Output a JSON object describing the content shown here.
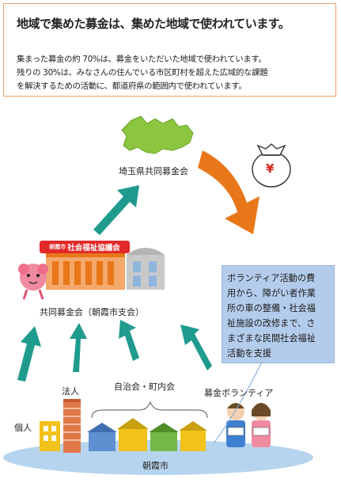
{
  "title": "地域で集めた募金は、集めた地域で使われています。",
  "body_lines": [
    "集まった募金の約 70%は、募金をいただいた地域で使われています。",
    "残りの 30%は、みなさんの住んでいる市区町村を超えた広域的な課題",
    "を解決するための活動に、都道府県の範囲内で使われています。"
  ],
  "nodes": {
    "prefecture": "埼玉県共同募金会",
    "branch": "共同募金会（朝霞市支会）",
    "individual": "個人",
    "corporation": "法人",
    "community": "自治会・町内会",
    "volunteer": "募金ボランティア",
    "city": "朝霞市"
  },
  "sign": {
    "small": "朝霞市",
    "main": "社会福祉協議会"
  },
  "coin_symbol": "¥",
  "volunteer_box_lines": [
    "ボランティア活動の費",
    "用から、障がい者作業",
    "所の車の整備・社会福",
    "祉施設の改修まで、さ",
    "まざまな民間社会福祉",
    "活動を支援"
  ],
  "colors": {
    "border": "#e8a06a",
    "teal_arrow": "#1f9b8e",
    "orange_arrow": "#e8771a",
    "green_map": "#8cc53f",
    "blue_box": "#b4ccec",
    "ground": "#b6d4ee"
  }
}
